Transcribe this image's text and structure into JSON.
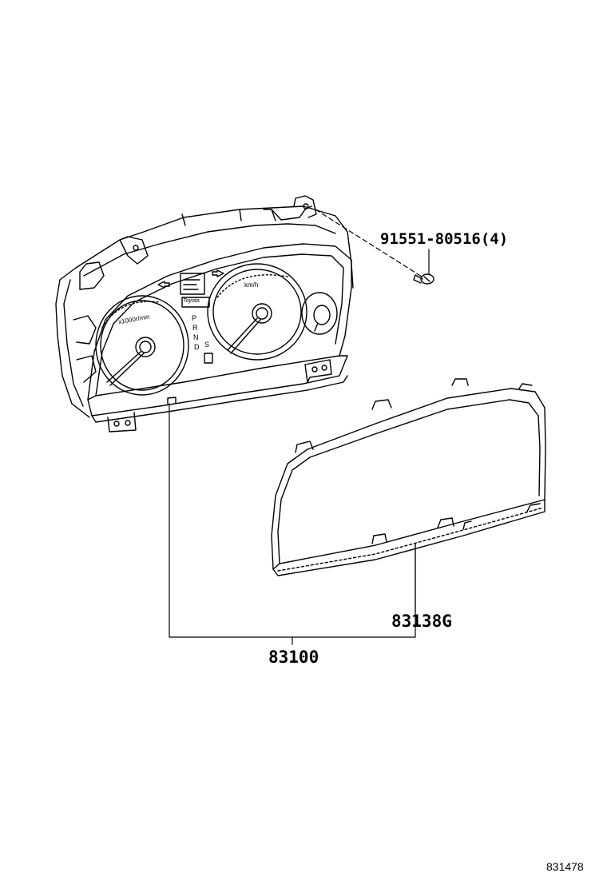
{
  "parts": {
    "screw": "91551-80516(4)",
    "glass": "83138G",
    "meter_assy": "83100"
  },
  "dial": {
    "tach_unit": "x1000r/min",
    "speed_unit": "km/h",
    "gear_letters": [
      "P",
      "R",
      "N",
      "D"
    ],
    "sport_letter": "S",
    "lcd_text": "Toyota"
  },
  "figure_ref": "831478",
  "colors": {
    "ink": "#000000",
    "paper": "#ffffff"
  }
}
